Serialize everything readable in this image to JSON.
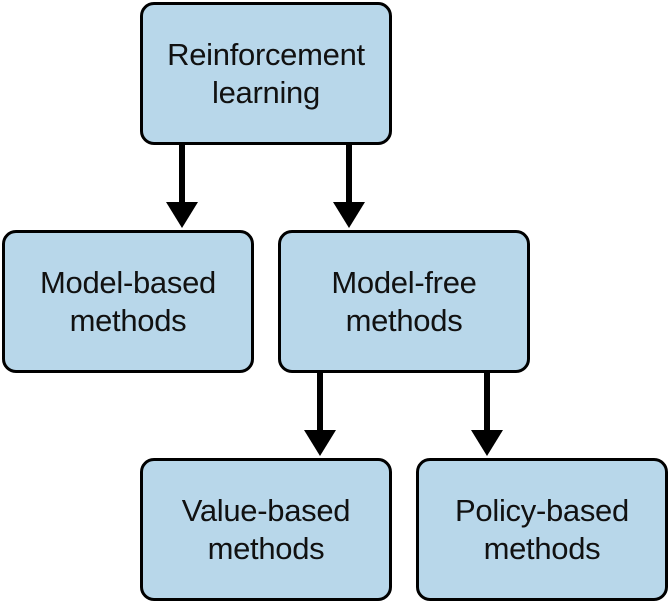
{
  "diagram": {
    "node_fill": "#b8d7ea",
    "stroke_color": "#000000",
    "nodes": {
      "reinforcement_learning": "Reinforcement\nlearning",
      "model_based": "Model-based\nmethods",
      "model_free": "Model-free\nmethods",
      "value_based": "Value-based\nmethods",
      "policy_based": "Policy-based\nmethods"
    }
  }
}
